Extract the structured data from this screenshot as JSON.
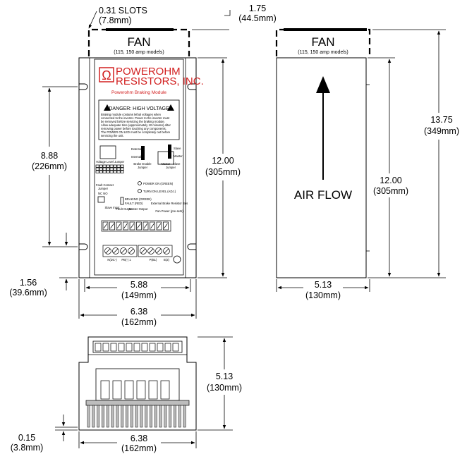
{
  "front_view": {
    "slot_label": "0.31 SLOTS",
    "slot_label_mm": "(7.8mm)",
    "fan_label": "FAN",
    "fan_note": "(115, 150 amp models)",
    "brand_line1": "POWEROHM",
    "brand_line2": "RESISTORS, INC.",
    "logo_symbol": "Ω",
    "module_name": "Powerohm Braking Module",
    "danger_title": "DANGER: HIGH VOLTAGE",
    "danger_lines": [
      "Braking module contains lethal voltages when",
      "connected to the inverter.  Power to the inverter must",
      "be removed before servicing the braking module.",
      "Allow adequate time (approximately 10 minutes) after",
      "removing power before touching any components.",
      "The POWER ON LED must be completely out before",
      "servicing the unit."
    ],
    "switch_labels": {
      "external": "External",
      "internal": "Internal",
      "slave": "Slave",
      "master": "Master",
      "brake_enable": "Brake Enable",
      "brake_enable_2": "Jumper",
      "master_slave": "Master - Slave",
      "master_slave_2": "Jumper",
      "voltage_jumper": "Voltage Level Jumper"
    },
    "led_power_on": "POWER ON (GREEN)",
    "led_turn_on": "TURN ON LEVEL (ADJ.)",
    "led_braking": "BRAKING (GREEN)",
    "led_fault": "FAULT (RED)",
    "fault_jumper": "Fault Contact",
    "fault_jumper_2": "Jumper",
    "nc_no": "NC  NO",
    "terminal_labels": [
      "Slave Input",
      "Fault Output",
      "Master Output",
      "External Brake Resistor Bus",
      "Fan Power (pre-sets)"
    ],
    "power_terminal_labels": [
      "N(DC-)",
      "PB(-) 1",
      "P(B1)",
      "B(2)"
    ],
    "dim_slot_spacing": "8.88",
    "dim_slot_spacing_mm": "(226mm)",
    "dim_height": "12.00",
    "dim_height_mm": "(305mm)",
    "dim_bottom": "1.56",
    "dim_bottom_mm": "(39.6mm)",
    "dim_inner_width": "5.88",
    "dim_inner_width_mm": "(149mm)",
    "dim_outer_width": "6.38",
    "dim_outer_width_mm": "(162mm)",
    "dim_fan_top": "1.75",
    "dim_fan_top_mm": "(44.5mm)"
  },
  "side_view": {
    "fan_label": "FAN",
    "fan_note": "(115, 150 amp models)",
    "airflow": "AIR FLOW",
    "dim_height": "12.00",
    "dim_height_mm": "(305mm)",
    "dim_total_height": "13.75",
    "dim_total_height_mm": "(349mm)",
    "dim_depth": "5.13",
    "dim_depth_mm": "(130mm)"
  },
  "bottom_view": {
    "dim_depth": "5.13",
    "dim_depth_mm": "(130mm)",
    "dim_width": "6.38",
    "dim_width_mm": "(162mm)",
    "dim_flange": "0.15",
    "dim_flange_mm": "(3.8mm)"
  },
  "colors": {
    "brand_red": "#d22020",
    "line": "#000000",
    "heatsink_gray": "#bdbdbd"
  }
}
